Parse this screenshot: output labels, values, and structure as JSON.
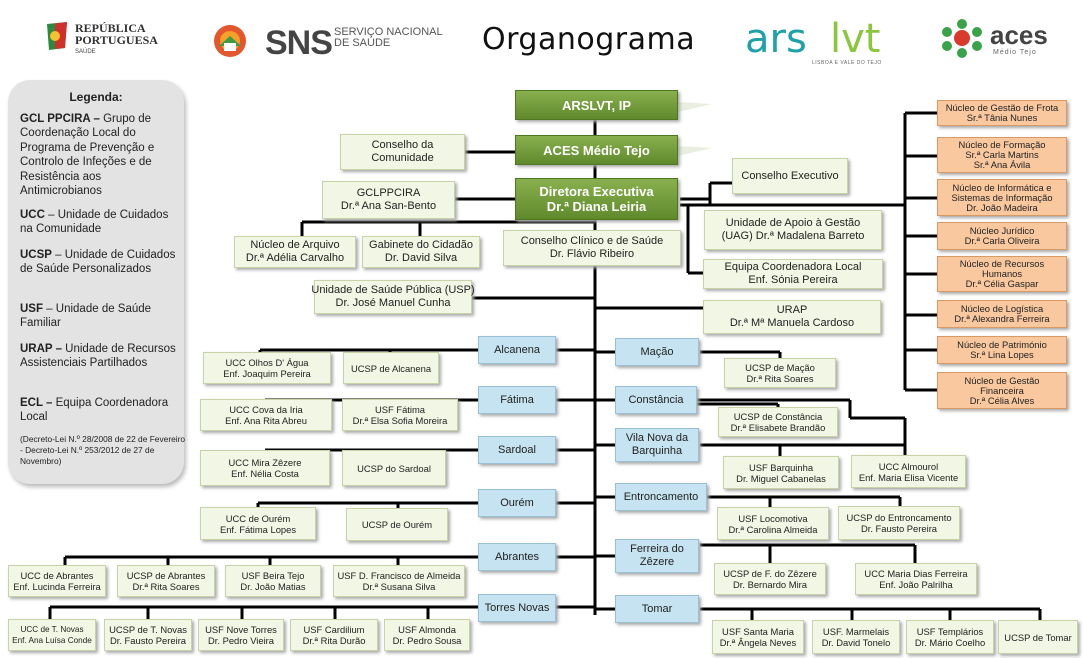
{
  "header": {
    "title": "Organograma",
    "republica": [
      "REPÚBLICA",
      "PORTUGUESA"
    ],
    "republica_sub": "SAÚDE",
    "sns": "SNS",
    "sns_small": [
      "SERVIÇO NACIONAL",
      "DE SAÚDE"
    ],
    "ars_a": "ars",
    "ars_b": "lvt",
    "ars_sub": "LISBOA E VALE DO TEJO",
    "aces": "aces",
    "aces_sub": "Médio Tejo"
  },
  "legend": {
    "title": "Legenda:",
    "items": [
      {
        "abbr": "GCL PPCIRA – ",
        "text": "Grupo de Coordenação Local do Programa de Prevenção e Controlo de Infeções e de Resistência aos Antimicrobianos"
      },
      {
        "abbr": "UCC",
        "text": " – Unidade de Cuidados na Comunidade"
      },
      {
        "abbr": "UCSP",
        "text": " – Unidade de Cuidados de Saúde Personalizados"
      },
      {
        "abbr": "USF",
        "text": " – Unidade de Saúde Familiar"
      },
      {
        "abbr": "URAP – ",
        "text": "Unidade de Recursos Assistenciais Partilhados"
      },
      {
        "abbr": "ECL – ",
        "text": "Equipa Coordenadora Local"
      }
    ],
    "note": "(Decreto-Lei N.º 28/2008 de 22 de Fevereiro - Decreto-Lei N.º 253/2012 de 27 de Novembro)"
  },
  "top": {
    "arslvt": "ARSLVT, IP",
    "aces": "ACES Médio Tejo",
    "diretora": [
      "Diretora Executiva",
      "Dr.ª Diana Leiria"
    ],
    "conselho_comunidade": [
      "Conselho da",
      "Comunidade"
    ],
    "gclppcira": [
      "GCLPPCIRA",
      "Dr.ª Ana San-Bento"
    ],
    "conselho_executivo": "Conselho Executivo",
    "uag": [
      "Unidade de Apoio à Gestão",
      "(UAG) Dr.ª Madalena Barreto"
    ],
    "ecl": [
      "Equipa Coordenadora Local",
      "Enf. Sónia Pereira"
    ],
    "urap": [
      "URAP",
      "Dr.ª Mª Manuela Cardoso"
    ],
    "arquivo": [
      "Núcleo de Arquivo",
      "Dr.ª Adélia Carvalho"
    ],
    "cidadao": [
      "Gabinete do Cidadão",
      "Dr. David Silva"
    ],
    "clinico": [
      "Conselho Clínico e de Saúde",
      "Dr. Flávio Ribeiro"
    ],
    "usp": [
      "Unidade de Saúde Pública (USP)",
      "Dr. José Manuel Cunha"
    ]
  },
  "nucleos": [
    [
      "Núcleo de Gestão de Frota",
      "Sr.ª Tânia Nunes"
    ],
    [
      "Núcleo de Formação",
      "Sr.ª Carla Martins",
      "Sr.ª Ana Ávila"
    ],
    [
      "Núcleo de Informática e",
      "Sistemas de Informação",
      "Dr. João Madeira"
    ],
    [
      "Núcleo Jurídico",
      "Dr.ª Carla Oliveira"
    ],
    [
      "Núcleo de Recursos",
      "Humanos",
      "Dr.ª Célia Gaspar"
    ],
    [
      "Núcleo de Logística",
      "Dr.ª Alexandra Ferreira"
    ],
    [
      "Núcleo de Património",
      "Sr.ª Lina Lopes"
    ],
    [
      "Núcleo de Gestão",
      "Financeira",
      "Dr.ª Célia Alves"
    ]
  ],
  "concelhos": {
    "alcanena": "Alcanena",
    "fatima": "Fátima",
    "sardoal": "Sardoal",
    "ourem": "Ourém",
    "abrantes": "Abrantes",
    "torres_novas": "Torres Novas",
    "macao": "Mação",
    "constancia": "Constância",
    "vila_nova": [
      "Vila Nova da",
      "Barquinha"
    ],
    "entroncamento": "Entroncamento",
    "ferreira": [
      "Ferreira do",
      "Zêzere"
    ],
    "tomar": "Tomar"
  },
  "units": {
    "ucc_olhos": [
      "UCC Olhos D' Água",
      "Enf. Joaquim Pereira"
    ],
    "ucsp_alcanena": "UCSP de Alcanena",
    "ucc_cova": [
      "UCC Cova da Iria",
      "Enf. Ana Rita Abreu"
    ],
    "usf_fatima": [
      "USF Fátima",
      "Dr.ª Elsa Sofia Moreira"
    ],
    "ucc_mira": [
      "UCC Mira Zêzere",
      "Enf. Nélia Costa"
    ],
    "ucsp_sardoal": "UCSP do Sardoal",
    "ucc_ourem": [
      "UCC de Ourém",
      "Enf. Fátima Lopes"
    ],
    "ucsp_ourem": "UCSP de Ourém",
    "ucc_abrantes": [
      "UCC de Abrantes",
      "Enf. Lucinda Ferreira"
    ],
    "ucsp_abrantes": [
      "UCSP de Abrantes",
      "Dr.ª Rita Soares"
    ],
    "usf_beira": [
      "USF Beira Tejo",
      "Dr. João Matias"
    ],
    "usf_francisco": [
      "USF D. Francisco de Almeida",
      "Dr.ª Susana Silva"
    ],
    "ucc_tnovas": [
      "UCC de T. Novas",
      "Enf. Ana Luísa Conde"
    ],
    "ucsp_tnovas": [
      "UCSP de T. Novas",
      "Dr. Fausto Pereira"
    ],
    "usf_nove": [
      "USF Nove Torres",
      "Dr. Pedro Vieira"
    ],
    "usf_cardilium": [
      "USF Cardilium",
      "Dr.ª Rita Durão"
    ],
    "usf_almonda": [
      "USF Almonda",
      "Dr. Pedro Sousa"
    ],
    "ucsp_macao": [
      "UCSP de Mação",
      "Dr.ª Rita Soares"
    ],
    "ucsp_constancia": [
      "UCSP de Constância",
      "Dr.ª Elisabete Brandão"
    ],
    "usf_barquinha": [
      "USF Barquinha",
      "Dr. Miguel Cabanelas"
    ],
    "ucc_almourol": [
      "UCC Almourol",
      "Enf. Maria Elisa Vicente"
    ],
    "usf_locomotiva": [
      "USF Locomotiva",
      "Dr.ª Carolina Almeida"
    ],
    "ucsp_entroncamento": [
      "UCSP do Entroncamento",
      "Dr. Fausto Pereira"
    ],
    "ucsp_fzezere": [
      "UCSP de F. do Zêzere",
      "Dr. Bernardo Mira"
    ],
    "ucc_maria": [
      "UCC Maria Dias Ferreira",
      "Enf. João Palrilha"
    ],
    "usf_santa": [
      "USF Santa Maria",
      "Dr.ª Ângela Neves"
    ],
    "usf_marmelais": [
      "USF. Marmelais",
      "Dr. David Tonelo"
    ],
    "usf_templarios": [
      "USF Templários",
      "Dr. Mário Coelho"
    ],
    "ucsp_tomar": "UCSP de Tomar"
  },
  "colors": {
    "green_box": "#6e9a36",
    "light_box": "#f2f6e4",
    "blue_box": "#c5e3f0",
    "orange_box": "#f9c89f",
    "legend_bg": "#e3e3e3",
    "lines": "#000000"
  }
}
